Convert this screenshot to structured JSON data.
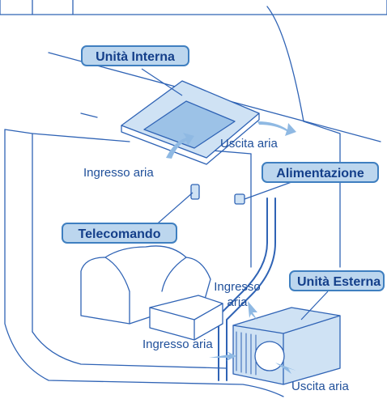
{
  "callouts": {
    "indoor_unit": "Unità Interna",
    "power_supply": "Alimentazione",
    "remote_control": "Telecomando",
    "outdoor_unit": "Unità Esterna"
  },
  "labels": {
    "air_outlet_indoor": "Uscita aria",
    "air_inlet_indoor": "Ingresso aria",
    "air_inlet_outdoor_top_line1": "Ingresso",
    "air_inlet_outdoor_top_line2": "aria",
    "air_inlet_outdoor_side": "Ingresso aria",
    "air_outlet_outdoor": "Uscita aria"
  },
  "colors": {
    "line": "#2f63b5",
    "callout_fill": "#bcd6ee",
    "callout_border": "#3f7fc0",
    "unit_fill": "#cfe2f4"
  }
}
